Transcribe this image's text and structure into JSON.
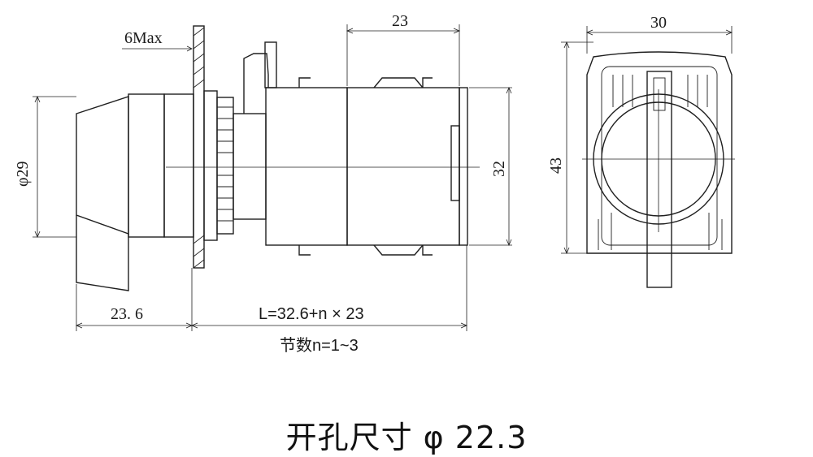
{
  "dimensions": {
    "panel_max": "6Max",
    "diameter": "φ29",
    "module_width": "23",
    "body_height": "32",
    "front_width": "30",
    "front_height": "43",
    "knob_depth": "23. 6",
    "length_formula": "L=32.6+n × 23",
    "sections": "节数n=1~3"
  },
  "caption": "开孔尺寸 φ 22.3"
}
